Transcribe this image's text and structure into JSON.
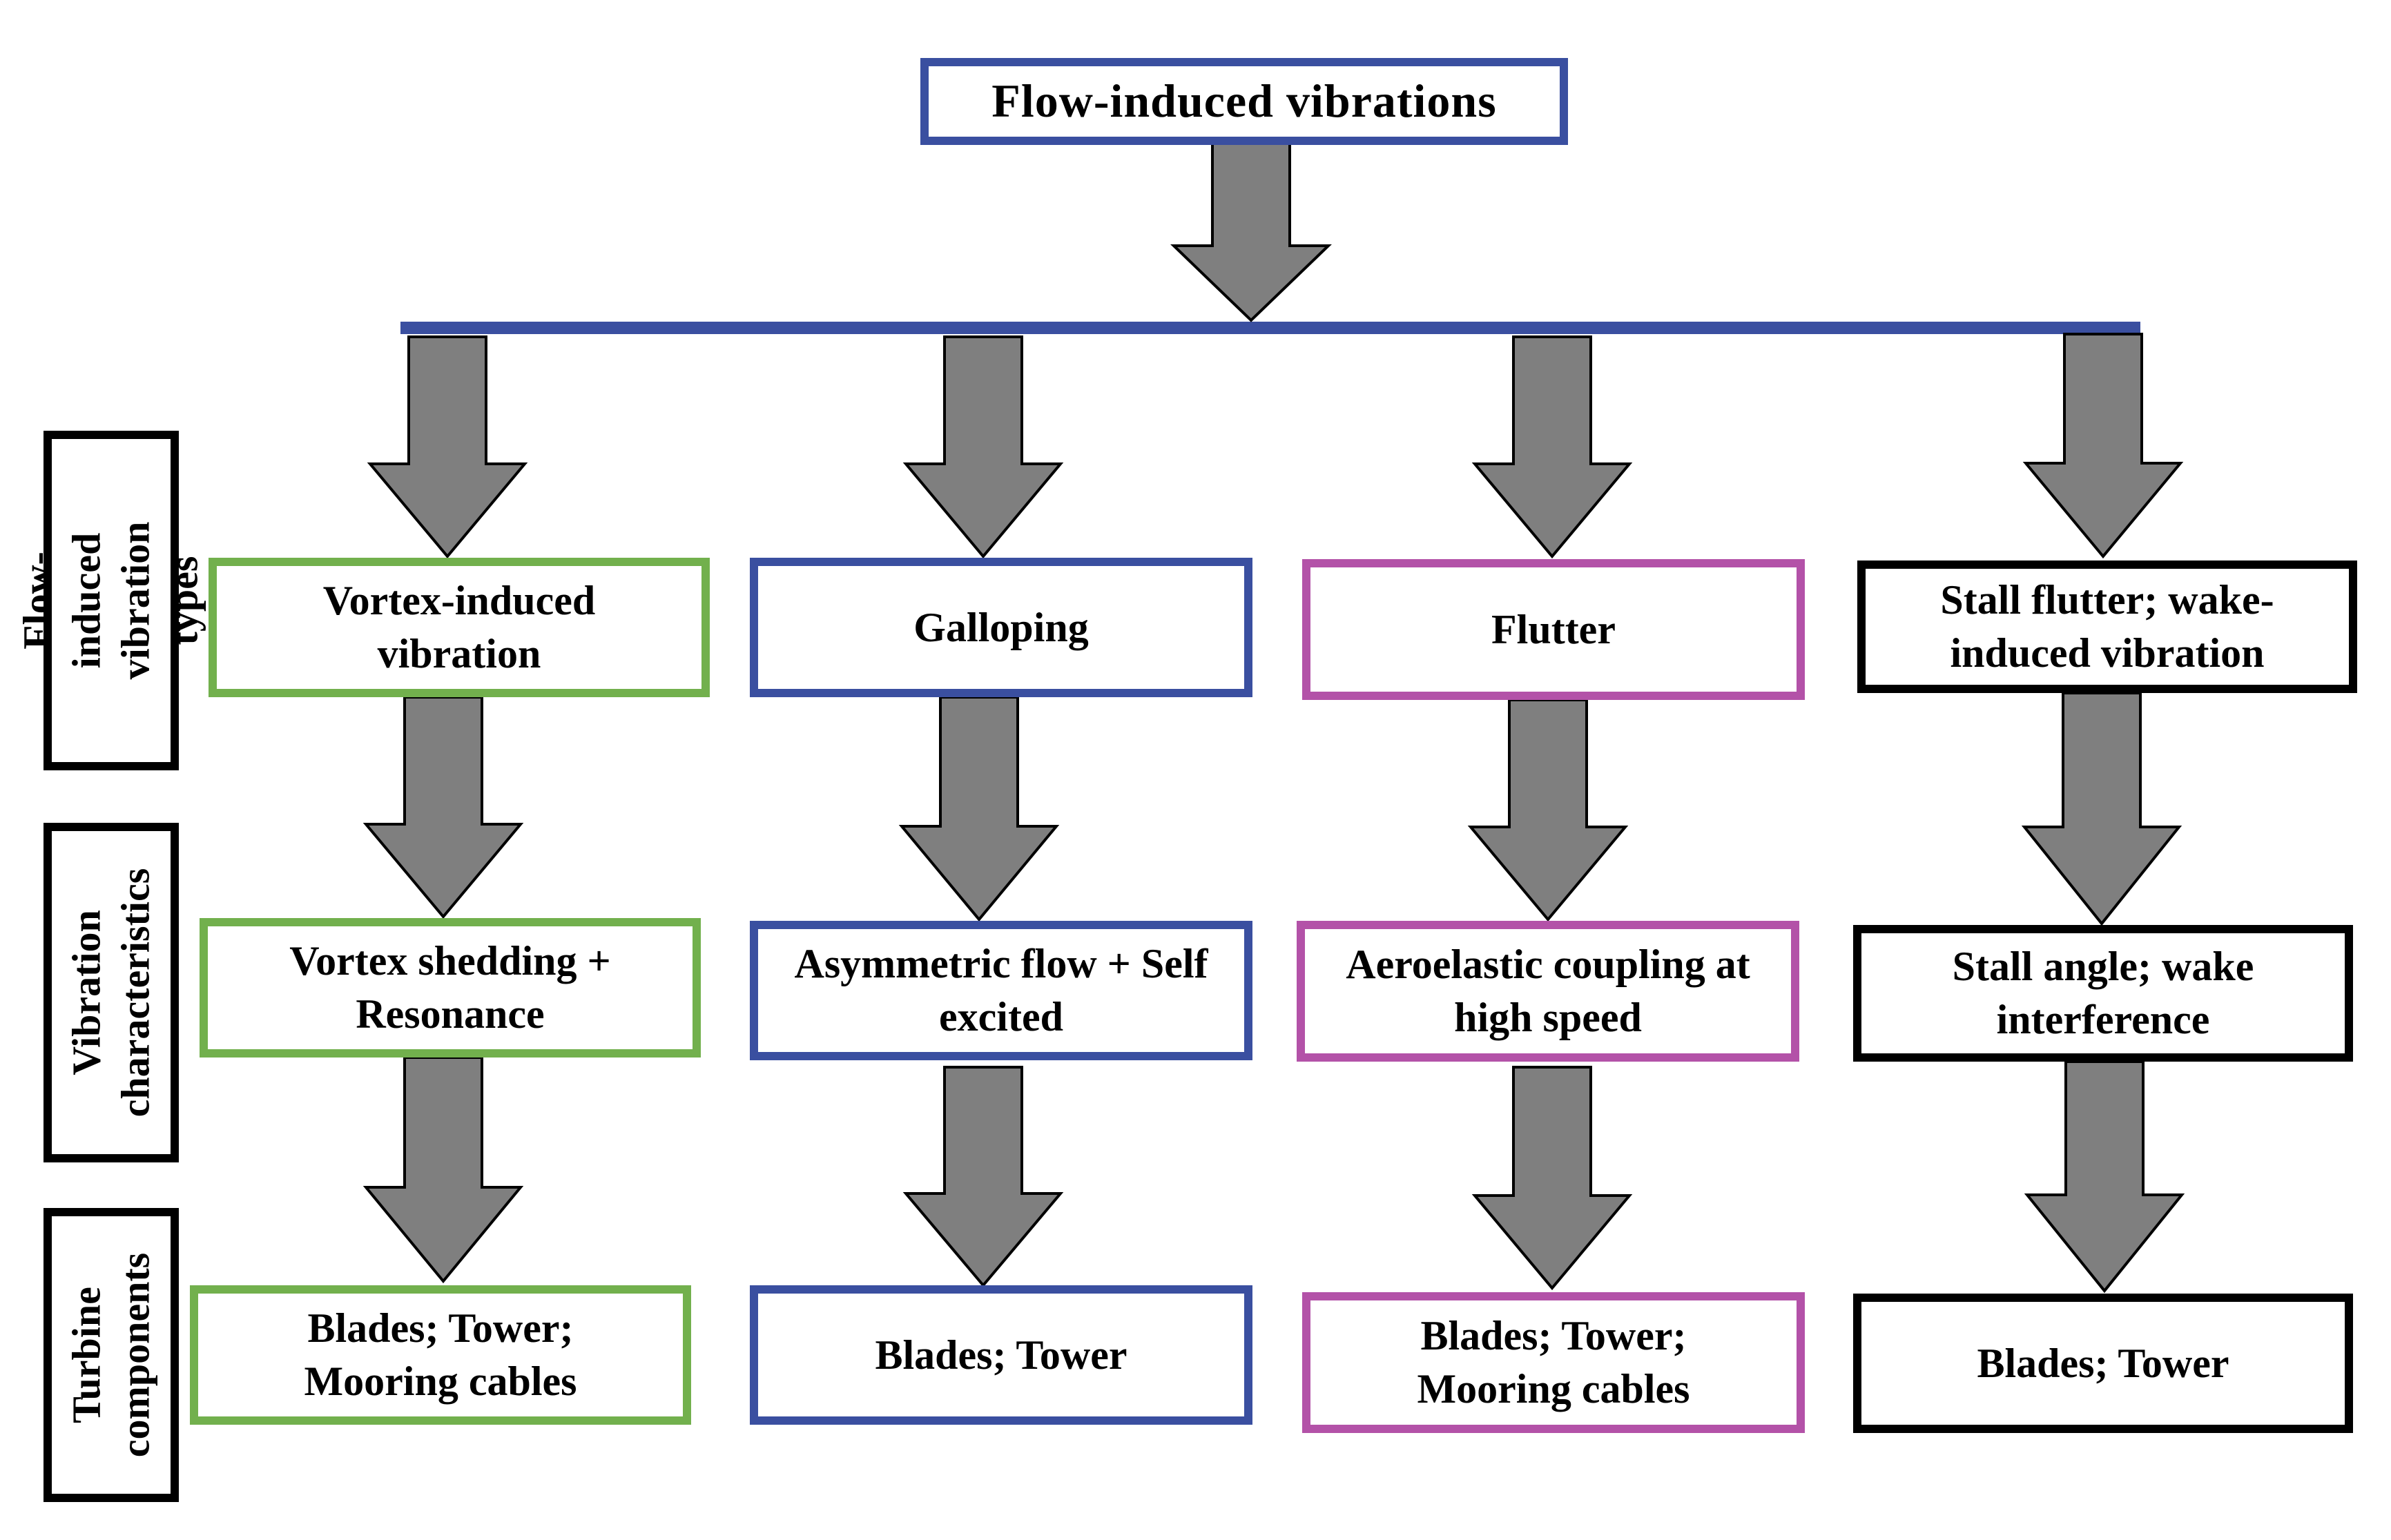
{
  "colors": {
    "blue": "#3a4fa0",
    "green": "#72b04d",
    "magenta": "#b352a8",
    "black": "#000000",
    "arrow_fill": "#7f7f7f",
    "arrow_stroke": "#000000",
    "bus_line": "#3a4fa0"
  },
  "top": {
    "label": "Flow-induced vibrations"
  },
  "row_labels": [
    {
      "label": "Flow-induced\nvibration types"
    },
    {
      "label": "Vibration\ncharacteristics"
    },
    {
      "label": "Turbine\ncomponents"
    }
  ],
  "columns": [
    {
      "color": "green",
      "type": "Vortex-induced\nvibration",
      "characteristic": "Vortex shedding +\nResonance",
      "components": "Blades; Tower;\nMooring cables"
    },
    {
      "color": "blue",
      "type": "Galloping",
      "characteristic": "Asymmetric flow + Self\nexcited",
      "components": "Blades; Tower"
    },
    {
      "color": "magenta",
      "type": "Flutter",
      "characteristic": "Aeroelastic coupling at\nhigh speed",
      "components": "Blades; Tower;\nMooring cables"
    },
    {
      "color": "black",
      "type": "Stall flutter; wake-\ninduced vibration",
      "characteristic": "Stall angle; wake\ninterference",
      "components": "Blades; Tower"
    }
  ]
}
